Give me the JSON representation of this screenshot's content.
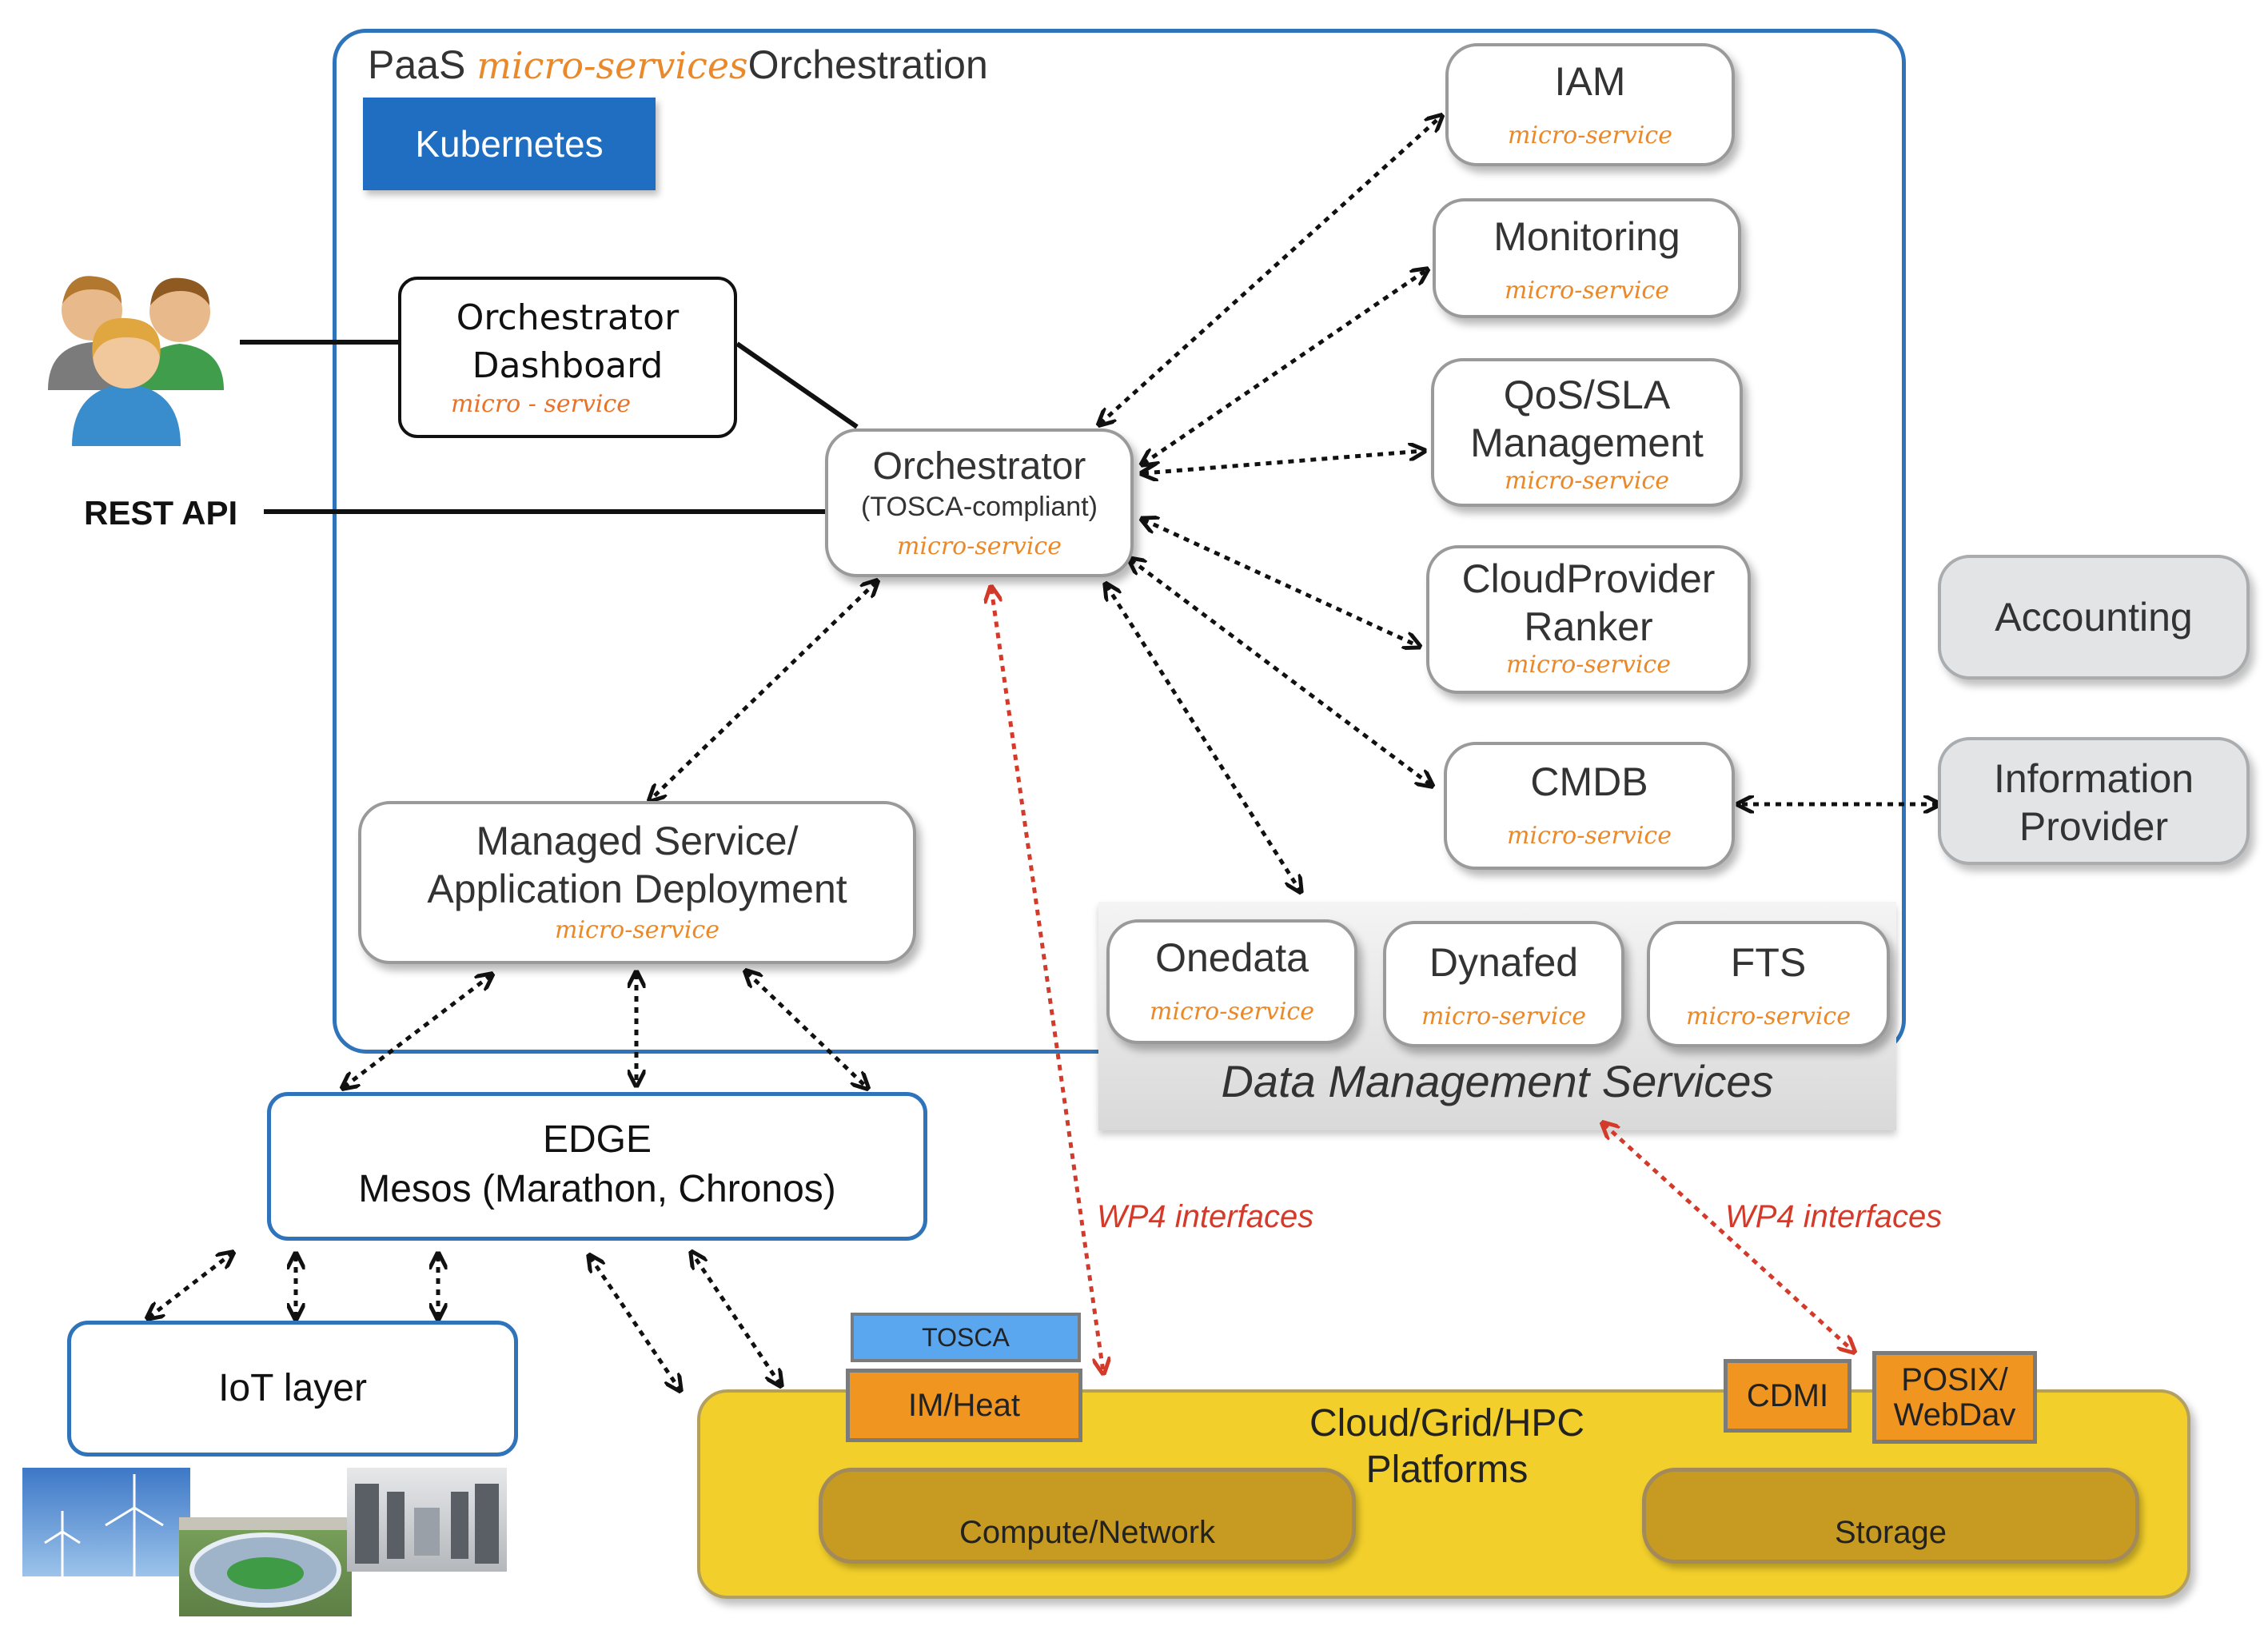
{
  "paas": {
    "title_prefix": "PaaS",
    "title_italic": "micro-services",
    "title_suffix": "Orchestration",
    "kubernetes": "Kubernetes"
  },
  "left": {
    "rest_api": "REST API"
  },
  "dashboard": {
    "line1": "Orchestrator",
    "line2": "Dashboard",
    "tag": "micro - service"
  },
  "orchestrator": {
    "title": "Orchestrator",
    "subtitle": "(TOSCA-compliant)",
    "tag": "micro-service"
  },
  "services": {
    "iam": {
      "title": "IAM",
      "tag": "micro-service"
    },
    "monitoring": {
      "title": "Monitoring",
      "tag": "micro-service"
    },
    "qos": {
      "line1": "QoS/SLA",
      "line2": "Management",
      "tag": "micro-service"
    },
    "ranker": {
      "line1": "CloudProvider",
      "line2": "Ranker",
      "tag": "micro-service"
    },
    "cmdb": {
      "title": "CMDB",
      "tag": "micro-service"
    }
  },
  "managed": {
    "line1": "Managed Service/",
    "line2": "Application Deployment",
    "tag": "micro-service"
  },
  "external": {
    "accounting": "Accounting",
    "info_line1": "Information",
    "info_line2": "Provider"
  },
  "data_mgmt": {
    "label": "Data Management Services",
    "onedata": {
      "title": "Onedata",
      "tag": "micro-service"
    },
    "dynafed": {
      "title": "Dynafed",
      "tag": "micro-service"
    },
    "fts": {
      "title": "FTS",
      "tag": "micro-service"
    }
  },
  "edge": {
    "line1": "EDGE",
    "line2": "Mesos (Marathon, Chronos)"
  },
  "iot": {
    "label": "IoT layer"
  },
  "wp4": {
    "left": "WP4 interfaces",
    "right": "WP4 interfaces"
  },
  "platforms": {
    "line1": "Cloud/Grid/HPC",
    "line2": "Platforms",
    "tosca": "TOSCA",
    "imheat": "IM/Heat",
    "cdmi": "CDMI",
    "posix_line1": "POSIX/",
    "posix_line2": "WebDav",
    "compute": "Compute/Network",
    "storage": "Storage"
  },
  "colors": {
    "paas_border": "#2f74bb",
    "kubernetes": "#1f6ec2",
    "micro_service_tag": "#e9892a",
    "platform_yellow": "#f2cf2b",
    "platform_inner": "#c79b22",
    "orange": "#f0951f",
    "tosca_blue": "#5aa7ef",
    "wp4_red": "#d43a2a"
  }
}
